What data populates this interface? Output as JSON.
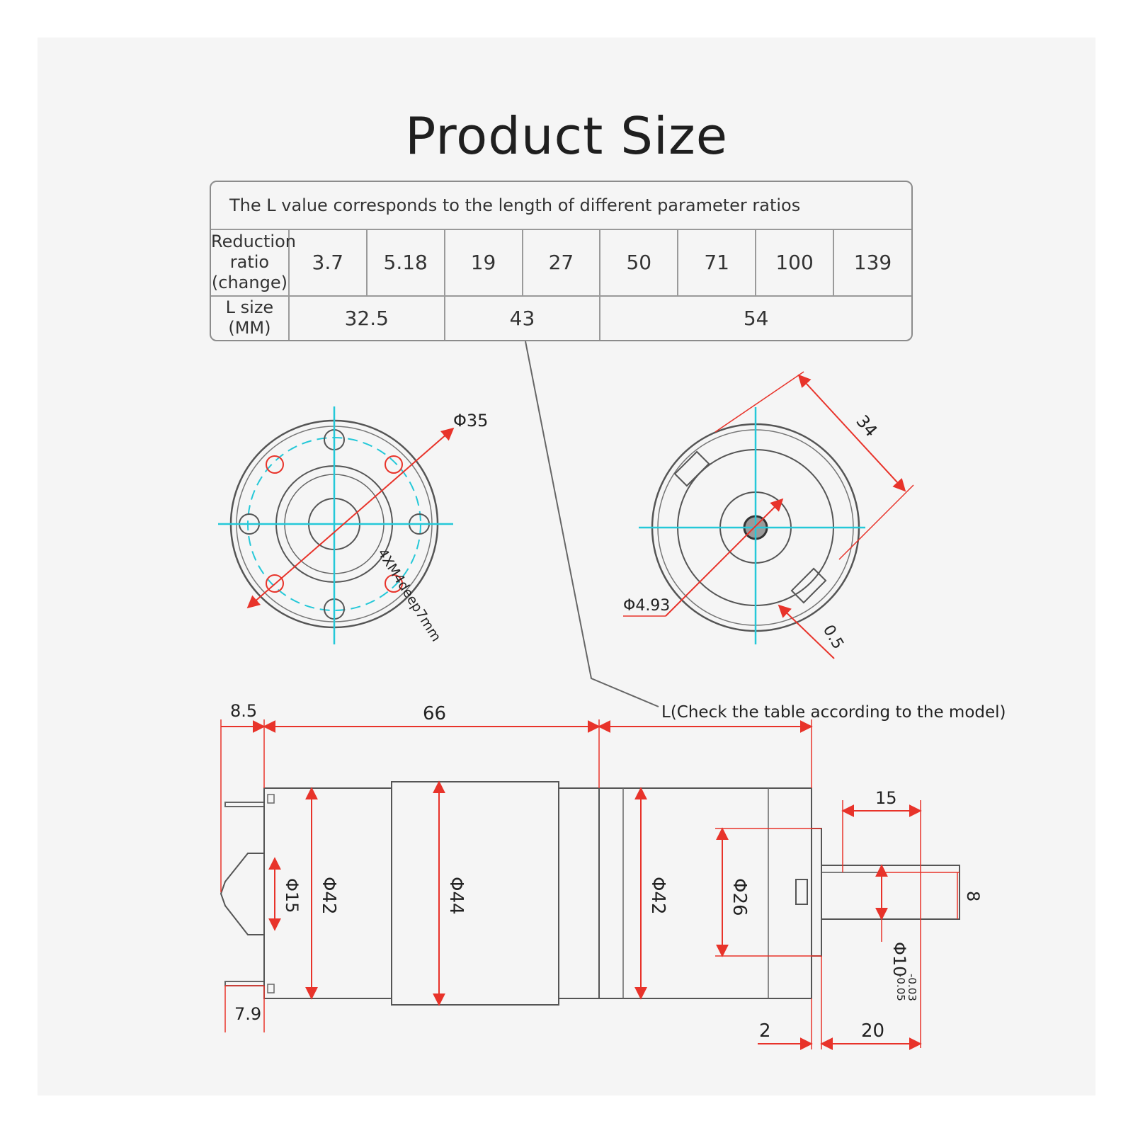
{
  "title": "Product Size",
  "table": {
    "caption": "The L value corresponds to the length of different parameter ratios",
    "ratio_header_line1": "Reduction ratio",
    "ratio_header_line2": "(change)",
    "ratios": [
      "3.7",
      "5.18",
      "19",
      "27",
      "50",
      "71",
      "100",
      "139"
    ],
    "lsize_header": "L size (MM)",
    "lsizes": [
      "32.5",
      "43",
      "54"
    ]
  },
  "front_view": {
    "diameter_label": "Φ35",
    "hole_label": "4XM4deep7mm"
  },
  "rear_view": {
    "width_label": "34",
    "shaft_dia_label": "Φ4.93",
    "gap_label": "0.5"
  },
  "side_view": {
    "dim_top_left": "8.5",
    "dim_top_mid": "66",
    "dim_bottom_left": "7.9",
    "dim_shaft_len": "15",
    "dim_flat": "8",
    "dim_bottom_2": "2",
    "dim_bottom_20": "20",
    "dia_15": "Φ15",
    "dia_42_left": "Φ42",
    "dia_44": "Φ44",
    "dia_42_right": "Φ42",
    "dia_26": "Φ26",
    "shaft_tol": "Φ10",
    "tol_upper": "-0.03",
    "tol_lower": "-0.05",
    "l_note": "L(Check the table according to the model)"
  },
  "colors": {
    "dimension": "#e8332a",
    "centerline": "#25c8d8",
    "outline": "#555555",
    "leader": "#666666"
  }
}
